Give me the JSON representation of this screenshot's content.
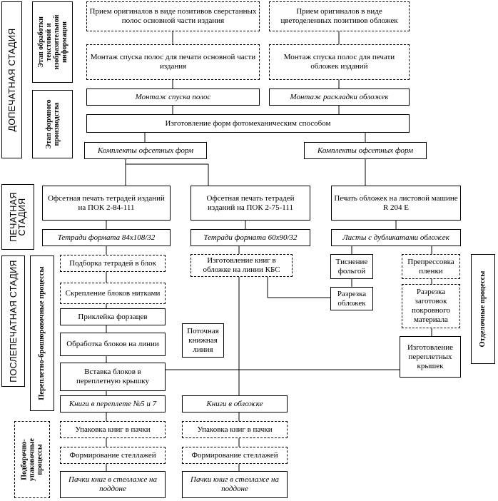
{
  "stages": {
    "prepress": "ДОПЕЧАТНАЯ СТАДИЯ",
    "print": "ПЕЧАТНАЯ СТАДИЯ",
    "postpress": "ПОСЛЕПЕЧАТНАЯ СТАДИЯ"
  },
  "sub_stages": {
    "text_image_processing": "Этап обработки текстовой и изобразительной информации",
    "form_production": "Этап формного производства",
    "binding": "Переплетно-брошюровочные процессы",
    "packing": "Подборочно-упаковочные процессы",
    "finishing": "Отделочные процессы"
  },
  "boxes": {
    "originals_main": "Прием оригиналов в виде позитивов сверстанных полос основной части издания",
    "originals_cover": "Прием оригиналов в виде цветоделенных позитивов обложек",
    "montage_main": "Монтаж спуска полос для печати основной части издания",
    "montage_cover": "Монтаж спуска полос для печати обложек изданий",
    "montage_pages": "Монтаж спуска полос",
    "montage_layout": "Монтаж раскладки обложек",
    "form_making": "Изготовление форм фотомеханическим способом",
    "form_sets_1": "Комплекты офсетных форм",
    "form_sets_2": "Комплекты офсетных форм",
    "print_pok_84": "Офсетная печать тетрадей изданий на ПОК 2-84-111",
    "print_pok_75": "Офсетная печать тетрадей изданий на ПОК 2-75-111",
    "print_covers": "Печать обложек на листовой машине R 204 E",
    "signatures_84": "Тетради формата 84x108/32",
    "signatures_60": "Тетради формата 60x90/32",
    "sheets_covers": "Листы с дубликатами обложек",
    "gathering": "Подборка тетрадей в блок",
    "sewing": "Скрепление блоков нитками",
    "endpapers": "Приклейка форзацев",
    "trimming": "Обработка блоков на линии",
    "casing_in": "Вставка блоков в переплетную крышку",
    "flow_line": "Поточная книжная линия",
    "kbs_line": "Изготовление книг в обложке на линии КБС",
    "foil": "Тиснение фольгой",
    "cover_cut": "Разрезка обложек",
    "film_press": "Препрессовка пленки",
    "cover_material_cut": "Разрезка заготовок покровного материала",
    "case_making": "Изготовление переплетных крышек",
    "books_binding": "Книги в переплете №5 и 7",
    "books_cover": "Книги в обложке",
    "pack_1": "Упаковка книг в пачки",
    "pack_2": "Упаковка книг в пачки",
    "stack_1": "Формирование стеллажей",
    "stack_2": "Формирование стеллажей",
    "pallet_1": "Пачки книг в стеллаже на поддоне",
    "pallet_2": "Пачки книг в стеллаже на поддоне"
  }
}
